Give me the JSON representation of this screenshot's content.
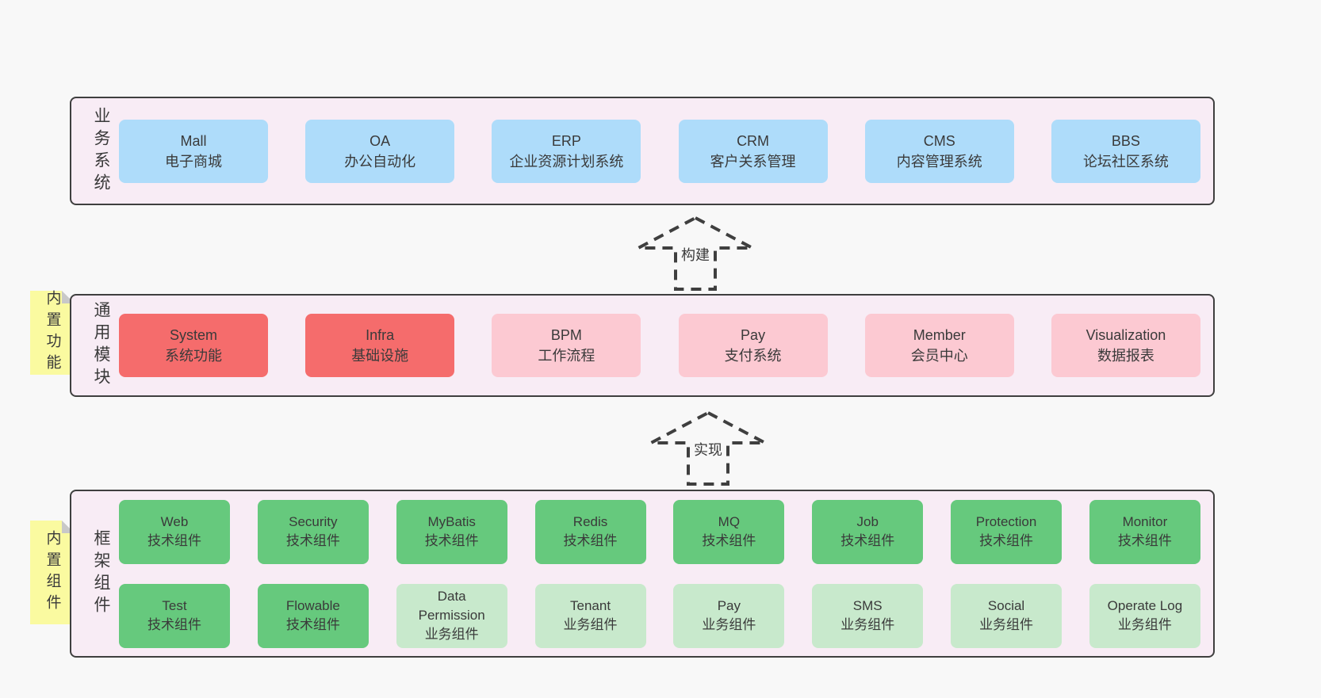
{
  "colors": {
    "page_bg": "#f8f8f8",
    "layer_bg": "#f8ecf5",
    "line": "#3f3f3f",
    "text": "#3a3a3a",
    "blue": "#aedcfa",
    "red": "#f56c6c",
    "pink": "#fcc9d2",
    "green": "#66c97d",
    "light_green": "#c8e9cc",
    "note_bg": "#fafaa0",
    "fold": "#c8c8c8"
  },
  "arrows": [
    {
      "label": "构建"
    },
    {
      "label": "实现"
    }
  ],
  "layers": [
    {
      "label": "业务系统",
      "boxes": [
        {
          "name": "Mall",
          "desc": "电子商城"
        },
        {
          "name": "OA",
          "desc": "办公自动化"
        },
        {
          "name": "ERP",
          "desc": "企业资源计划系统"
        },
        {
          "name": "CRM",
          "desc": "客户关系管理"
        },
        {
          "name": "CMS",
          "desc": "内容管理系统"
        },
        {
          "name": "BBS",
          "desc": "论坛社区系统"
        }
      ]
    },
    {
      "note": "内置功能",
      "label": "通用模块",
      "boxes": [
        {
          "name": "System",
          "desc": "系统功能"
        },
        {
          "name": "Infra",
          "desc": "基础设施"
        },
        {
          "name": "BPM",
          "desc": "工作流程"
        },
        {
          "name": "Pay",
          "desc": "支付系统"
        },
        {
          "name": "Member",
          "desc": "会员中心"
        },
        {
          "name": "Visualization",
          "desc": "数据报表"
        }
      ]
    },
    {
      "note": "内置组件",
      "label": "框架组件",
      "rows": [
        [
          {
            "name": "Web",
            "desc": "技术组件"
          },
          {
            "name": "Security",
            "desc": "技术组件"
          },
          {
            "name": "MyBatis",
            "desc": "技术组件"
          },
          {
            "name": "Redis",
            "desc": "技术组件"
          },
          {
            "name": "MQ",
            "desc": "技术组件"
          },
          {
            "name": "Job",
            "desc": "技术组件"
          },
          {
            "name": "Protection",
            "desc": "技术组件"
          },
          {
            "name": "Monitor",
            "desc": "技术组件"
          }
        ],
        [
          {
            "name": "Test",
            "desc": "技术组件"
          },
          {
            "name": "Flowable",
            "desc": "技术组件"
          },
          {
            "name": "Data Permission",
            "desc": "业务组件"
          },
          {
            "name": "Tenant",
            "desc": "业务组件"
          },
          {
            "name": "Pay",
            "desc": "业务组件"
          },
          {
            "name": "SMS",
            "desc": "业务组件"
          },
          {
            "name": "Social",
            "desc": "业务组件"
          },
          {
            "name": "Operate Log",
            "desc": "业务组件"
          }
        ]
      ]
    }
  ]
}
